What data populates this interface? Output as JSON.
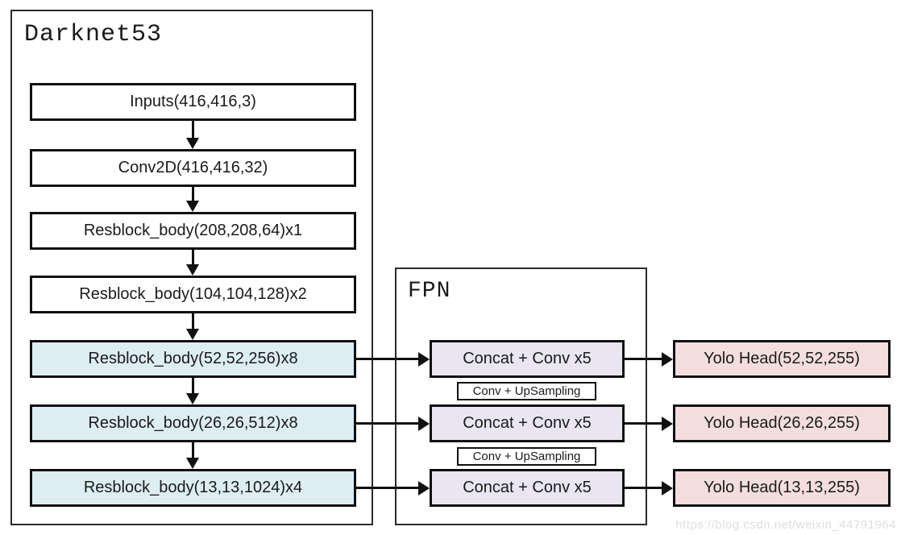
{
  "darknet": {
    "title": "Darknet53",
    "boxes": [
      {
        "label": "Inputs(416,416,3)",
        "variant": "white"
      },
      {
        "label": "Conv2D(416,416,32)",
        "variant": "white"
      },
      {
        "label": "Resblock_body(208,208,64)x1",
        "variant": "white"
      },
      {
        "label": "Resblock_body(104,104,128)x2",
        "variant": "white"
      },
      {
        "label": "Resblock_body(52,52,256)x8",
        "variant": "blue"
      },
      {
        "label": "Resblock_body(26,26,512)x8",
        "variant": "blue"
      },
      {
        "label": "Resblock_body(13,13,1024)x4",
        "variant": "blue"
      }
    ]
  },
  "fpn": {
    "title": "FPN",
    "concat_boxes": [
      {
        "label": "Concat + Conv x5"
      },
      {
        "label": "Concat + Conv x5"
      },
      {
        "label": "Concat + Conv x5"
      }
    ],
    "upsampling_boxes": [
      {
        "label": "Conv + UpSampling"
      },
      {
        "label": "Conv + UpSampling"
      }
    ]
  },
  "yolo_heads": [
    {
      "label": "Yolo Head(52,52,255)"
    },
    {
      "label": "Yolo Head(26,26,255)"
    },
    {
      "label": "Yolo Head(13,13,255)"
    }
  ],
  "watermark": "https://blog.csdn.net/weixin_44791964",
  "colors": {
    "resblock_highlight_fill": "#ddeef3",
    "concat_fill": "#e9e6f2",
    "yolo_head_fill": "#f3dedd",
    "line": "#111111"
  }
}
